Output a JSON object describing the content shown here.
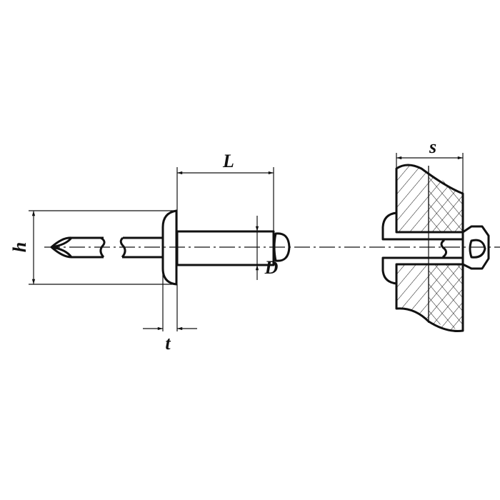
{
  "dimensions": {
    "length": "L",
    "height": "h",
    "diameter": "D",
    "head_thickness": "t",
    "material_thickness": "s"
  },
  "colors": {
    "line": "#111111",
    "background": "#ffffff"
  }
}
